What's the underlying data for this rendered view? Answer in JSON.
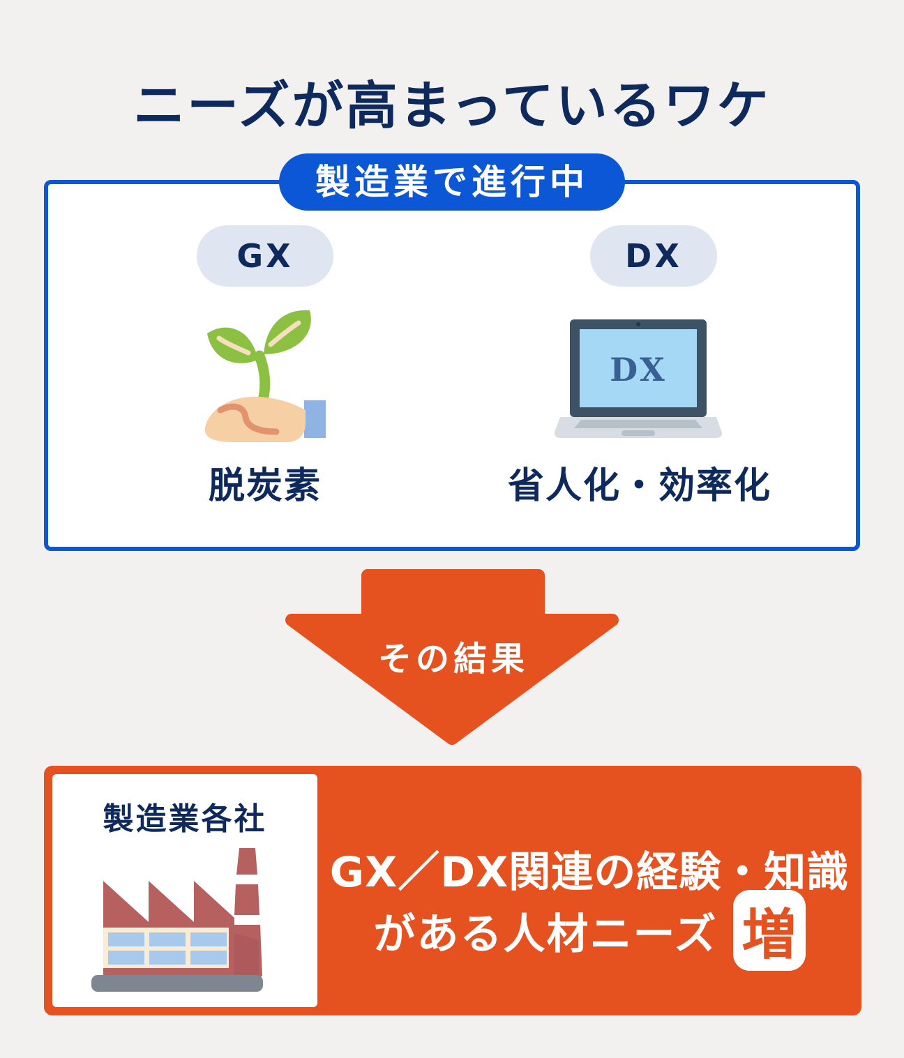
{
  "title": "ニーズが高まっているワケ",
  "process_box": {
    "badge": "製造業で進行中",
    "items": [
      {
        "tag": "GX",
        "label": "脱炭素",
        "icon": "sprout-hand-icon"
      },
      {
        "tag": "DX",
        "label": "省人化・効率化",
        "icon": "laptop-icon",
        "screen_text": "DX"
      }
    ]
  },
  "arrow": {
    "label": "その結果"
  },
  "result_box": {
    "panel_label": "製造業各社",
    "icon": "factory-icon",
    "text_line1": "GX／DX関連の経験・知識",
    "text_line2": "がある人材ニーズ",
    "badge": "増"
  },
  "colors": {
    "background": "#f2f1ef",
    "navy": "#0e2a5c",
    "blue": "#0b57d6",
    "orange": "#e5511f",
    "pill_bg": "#dfe6f1",
    "white": "#ffffff",
    "factory_red": "#b66060",
    "window_blue": "#a9c9ec",
    "sprout_green": "#8cc043"
  }
}
